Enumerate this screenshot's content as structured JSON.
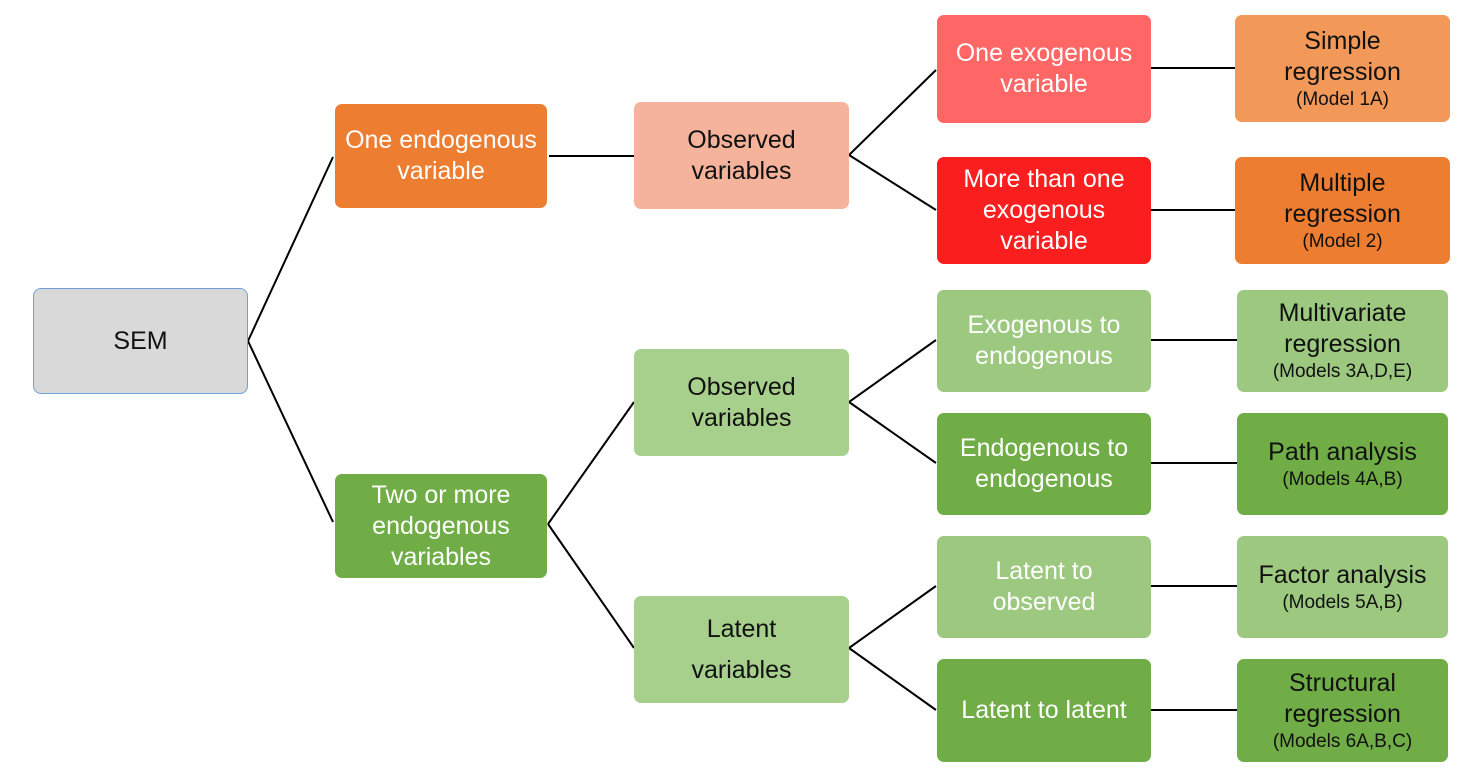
{
  "colors": {
    "root_fill": "#d9d9d9",
    "root_border": "#6fa0d6",
    "orange_dark": "#ed7d31",
    "orange_light": "#f4b39a",
    "orange_mid": "#f29858",
    "red_light": "#ff6666",
    "red": "#fa1e1e",
    "green_light": "#a8d08d",
    "green_mid": "#9cc87f",
    "green_dark": "#70ad47",
    "line": "#000000"
  },
  "nodes": {
    "root": {
      "lines": [
        "SEM"
      ]
    },
    "one_endogenous": {
      "lines": [
        "One endogenous",
        "variable"
      ]
    },
    "two_endogenous": {
      "lines": [
        "Two or more",
        "endogenous",
        "variables"
      ]
    },
    "observed_1": {
      "lines": [
        "Observed",
        "variables"
      ]
    },
    "observed_2": {
      "lines": [
        "Observed",
        "variables"
      ]
    },
    "latent": {
      "lines": [
        "Latent",
        "variables"
      ]
    },
    "one_exogenous": {
      "lines": [
        "One exogenous",
        "variable"
      ]
    },
    "more_exogenous": {
      "lines": [
        "More than one",
        "exogenous",
        "variable"
      ]
    },
    "exo_to_endo": {
      "lines": [
        "Exogenous to",
        "endogenous"
      ]
    },
    "endo_to_endo": {
      "lines": [
        "Endogenous to",
        "endogenous"
      ]
    },
    "latent_to_observed": {
      "lines": [
        "Latent to",
        "observed"
      ]
    },
    "latent_to_latent": {
      "lines": [
        "Latent to latent"
      ]
    },
    "simple_regression": {
      "lines": [
        "Simple",
        "regression"
      ],
      "model": "(Model 1A)"
    },
    "multiple_regression": {
      "lines": [
        "Multiple",
        "regression"
      ],
      "model": "(Model 2)"
    },
    "multivariate_regression": {
      "lines": [
        "Multivariate",
        "regression"
      ],
      "model": "(Models 3A,D,E)"
    },
    "path_analysis": {
      "lines": [
        "Path analysis"
      ],
      "model": "(Models 4A,B)"
    },
    "factor_analysis": {
      "lines": [
        "Factor analysis"
      ],
      "model": "(Models 5A,B)"
    },
    "structural_regression": {
      "lines": [
        "Structural",
        "regression"
      ],
      "model": "(Models 6A,B,C)"
    }
  }
}
